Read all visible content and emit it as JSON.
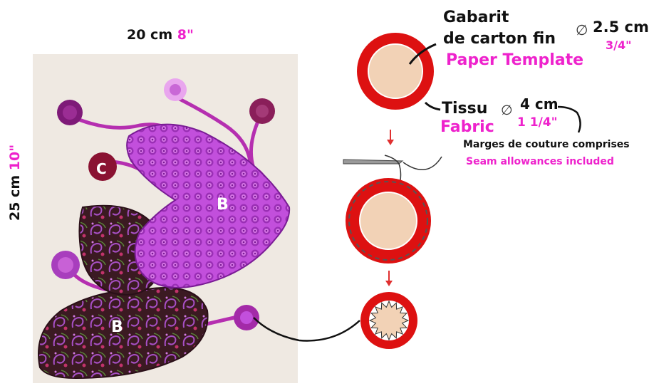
{
  "dimensions": {
    "width_cm": "20 cm",
    "width_in": "8\"",
    "height_cm": "25 cm",
    "height_in": "10\""
  },
  "photo_labels": {
    "upper_wing": "B",
    "lower_wing": "B",
    "circle": "C"
  },
  "template": {
    "fr_line1": "Gabarit",
    "fr_line2": "de carton fin",
    "en": "Paper Template",
    "diameter_cm": "2.5 cm",
    "diameter_in": "3/4\""
  },
  "fabric": {
    "fr": "Tissu",
    "en": "Fabric",
    "diameter_cm": "4 cm",
    "diameter_in": "1 1/4\"",
    "note_fr": "Marges de couture comprises",
    "note_en": "Seam allowances included"
  },
  "diameter_symbol": "∅",
  "colors": {
    "pink_text": "#ee22cc",
    "fabric_red": "#dd1111",
    "template_beige": "#f2d2b6",
    "background_fabric": "#efe9e2",
    "purple_fabric": "#c24fdc",
    "paisley_dark": "#3b1a22"
  }
}
